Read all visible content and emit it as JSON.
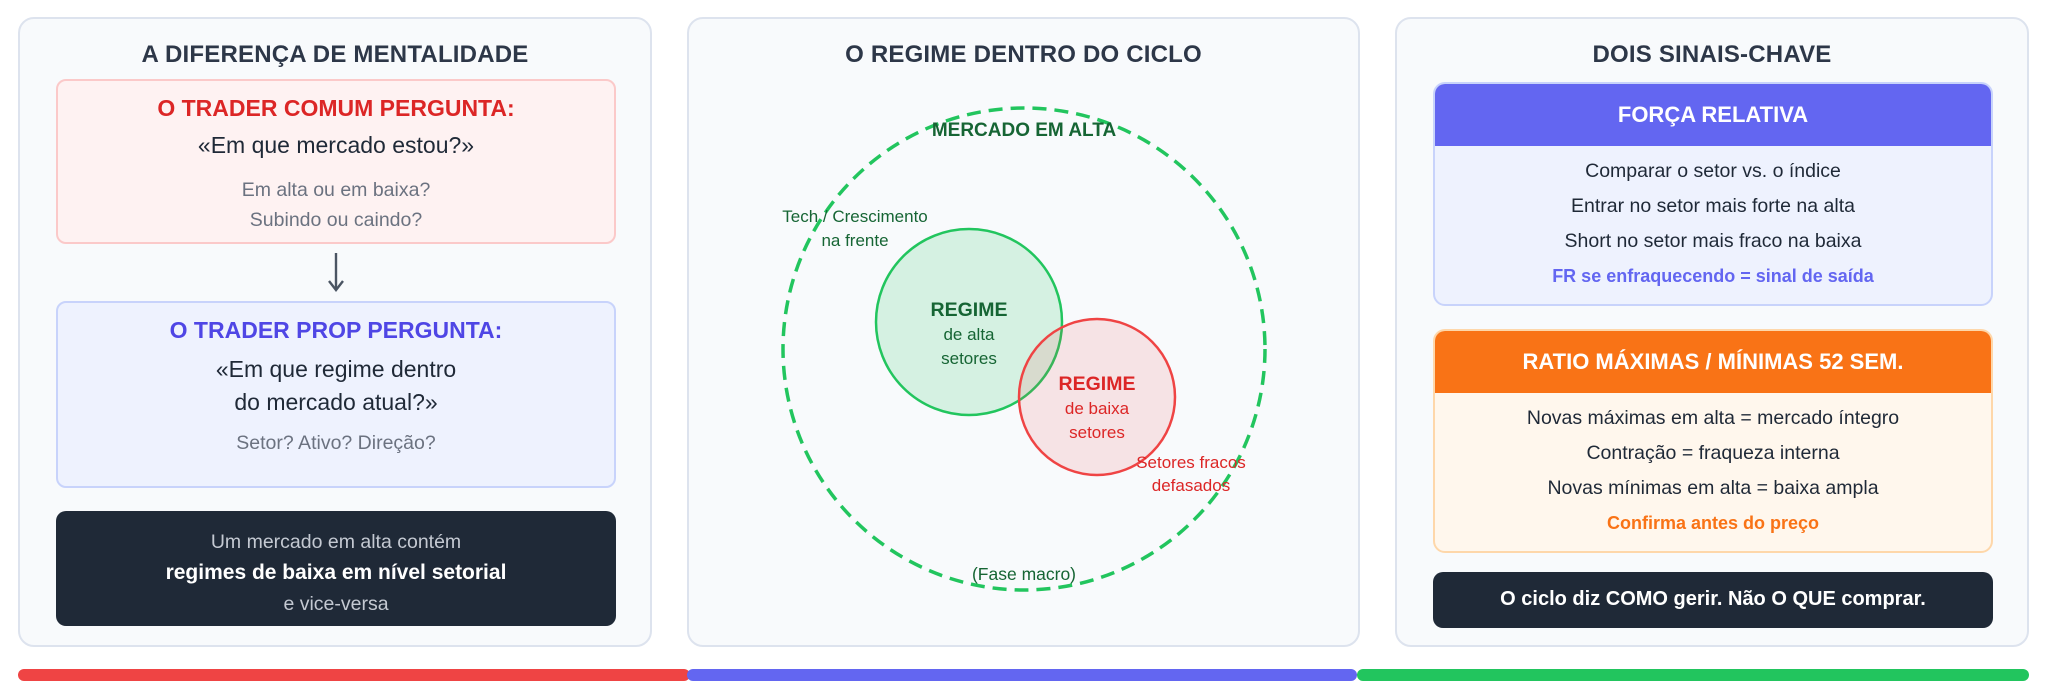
{
  "colors": {
    "red": "#dc2626",
    "indigo": "#4f46e5",
    "green": "#22c55e",
    "dark_green": "#166534",
    "orange": "#f97316",
    "navy": "#1f2937"
  },
  "left_panel": {
    "title": "A DIFERENÇA DE MENTALIDADE",
    "common": {
      "heading": "O TRADER COMUM PERGUNTA:",
      "question": "«Em que mercado estou?»",
      "sub1": "Em alta ou em baixa?",
      "sub2": "Subindo ou caindo?"
    },
    "arrow_icon": "arrow-down",
    "prop": {
      "heading": "O TRADER PROP PERGUNTA:",
      "question1": "«Em que regime dentro",
      "question2": "do mercado atual?»",
      "sub": "Setor? Ativo? Direção?"
    },
    "note": {
      "line1": "Um mercado em alta contém",
      "line2": "regimes de baixa em nível setorial",
      "line3": "e vice-versa"
    }
  },
  "middle_panel": {
    "title": "O REGIME DENTRO DO CICLO",
    "outer_label": "MERCADO EM ALTA",
    "outer_bottom": "(Fase macro)",
    "tech_label1": "Tech / Crescimento",
    "tech_label2": "na frente",
    "green_circle": {
      "title": "REGIME",
      "line1": "de alta",
      "line2": "setores"
    },
    "red_circle": {
      "title": "REGIME",
      "line1": "de baixa",
      "line2": "setores"
    },
    "weak_label1": "Setores fracos",
    "weak_label2": "defasados"
  },
  "right_panel": {
    "title": "DOIS SINAIS-CHAVE",
    "rs_card": {
      "header": "FORÇA RELATIVA",
      "items": [
        "Comparar o setor vs. o índice",
        "Entrar no setor mais forte na alta",
        "Short no setor mais fraco na baixa"
      ],
      "footer": "FR se enfraquecendo = sinal de saída"
    },
    "ratio_card": {
      "header": "RATIO MÁXIMAS / MÍNIMAS 52 SEM.",
      "items": [
        "Novas máximas em alta = mercado íntegro",
        "Contração = fraqueza interna",
        "Novas mínimas em alta = baixa ampla"
      ],
      "footer": "Confirma antes do preço"
    },
    "bottom_note": "O ciclo diz COMO gerir. Não O QUE comprar."
  }
}
